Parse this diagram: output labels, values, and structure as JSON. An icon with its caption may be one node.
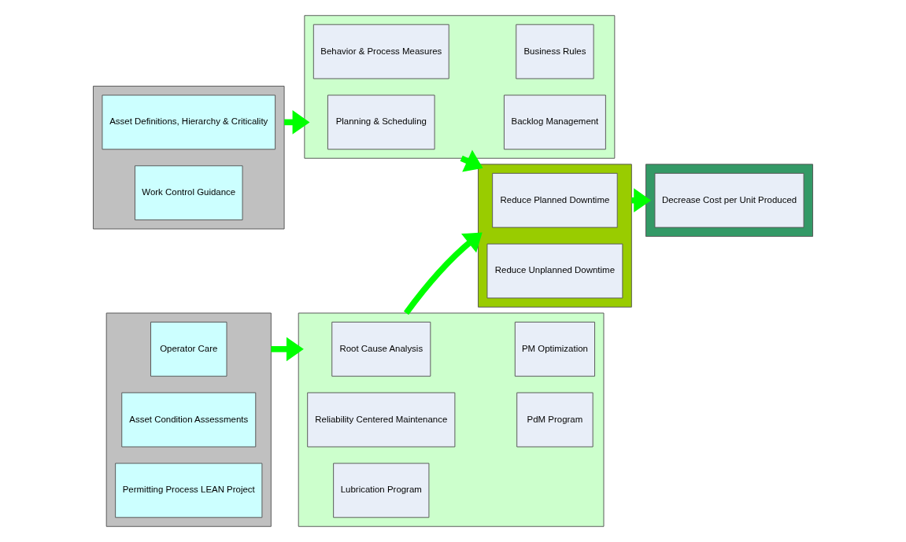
{
  "diagram": {
    "nodes": [
      {
        "text": [],
        "shape": "box"
      },
      {
        "text": [
          "Asset Definitions, Hierarchy & Criticality"
        ],
        "in": 0
      },
      {
        "text": [
          "Work Control Guidance"
        ],
        "in": 0
      },
      {
        "text": [],
        "shape": "box"
      },
      {
        "text": [
          "Planning & Scheduling"
        ],
        "in": 3
      },
      {
        "text": [
          "Backlog Management"
        ],
        "in": 3
      },
      {
        "text": [
          "Behavior & Process Measures"
        ],
        "in": 3
      },
      {
        "text": [
          "Business Rules"
        ],
        "in": 3
      },
      {
        "text": [],
        "shape": "box"
      },
      {
        "text": [
          "Operator Care"
        ],
        "in": 8
      },
      {
        "text": [
          "Asset Condition Assessments"
        ],
        "in": 8
      },
      {
        "text": [
          "Permitting Process LEAN Project"
        ],
        "in": 8
      },
      {
        "text": [],
        "shape": "box"
      },
      {
        "text": [
          "Root Cause Analysis"
        ],
        "in": 12
      },
      {
        "text": [
          "PM Optimization"
        ],
        "in": 12
      },
      {
        "text": [
          "Reliability Centered Maintenance"
        ],
        "in": 12
      },
      {
        "text": [
          "PdM Program"
        ],
        "in": 12
      },
      {
        "text": [
          "Lubrication Program"
        ],
        "in": 12
      },
      {
        "text": [],
        "shape": "box"
      },
      {
        "text": [
          "Reduce Planned Downtime"
        ],
        "in": 18
      },
      {
        "text": [
          "Reduce Unplanned Downtime"
        ],
        "in": 18
      },
      {
        "text": [],
        "shape": "box"
      },
      {
        "text": [
          "Decrease Cost per Unit Produced"
        ],
        "in": 21
      }
    ],
    "edges": [
      {
        "from": 0,
        "to": 3,
        "arrow": "to"
      },
      {
        "from": 8,
        "to": 12,
        "arrow": "to"
      },
      {
        "from": 3,
        "to": 18,
        "arrow": "to"
      },
      {
        "from": 12,
        "to": 18,
        "arrow": "to"
      },
      {
        "from": 18,
        "to": 21,
        "arrow": "to"
      }
    ]
  }
}
